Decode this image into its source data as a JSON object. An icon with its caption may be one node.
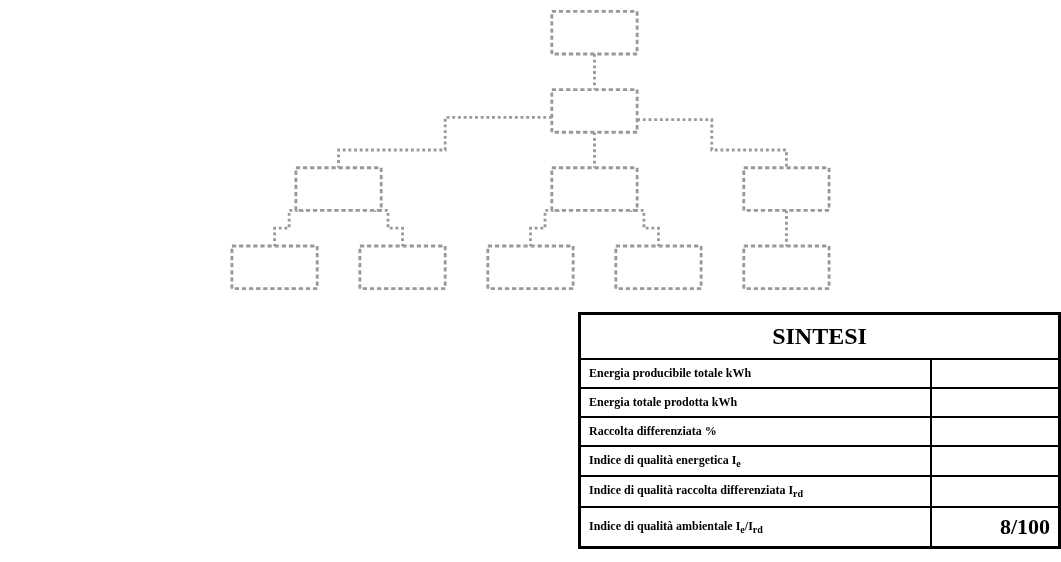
{
  "diagram": {
    "nodes": [
      {
        "text": [],
        "shape": "box"
      },
      {
        "text": [],
        "shape": "box"
      },
      {
        "text": [],
        "shape": "box"
      },
      {
        "text": [],
        "shape": "box"
      },
      {
        "text": [],
        "shape": "box"
      },
      {
        "text": [],
        "shape": "box"
      },
      {
        "text": [],
        "shape": "box"
      },
      {
        "text": [],
        "shape": "box"
      },
      {
        "text": [],
        "shape": "box"
      },
      {
        "text": [],
        "shape": "box"
      }
    ],
    "edges": [
      {
        "from": 0,
        "to": 1,
        "arrow": "none"
      },
      {
        "from": 1,
        "to": 2,
        "arrow": "none"
      },
      {
        "from": 1,
        "to": 3,
        "arrow": "none"
      },
      {
        "from": 3,
        "to": 4,
        "arrow": "none"
      },
      {
        "from": 3,
        "to": 5,
        "arrow": "none"
      },
      {
        "from": 1,
        "to": 6,
        "arrow": "none"
      },
      {
        "from": 6,
        "to": 7,
        "arrow": "none"
      },
      {
        "from": 2,
        "to": 8,
        "arrow": "none"
      },
      {
        "from": 2,
        "to": 9,
        "arrow": "none"
      }
    ],
    "labels": [
      "SINTESI",
      "Energia producibile totale kWh",
      "Energia totale prodotta kWh",
      "Raccolta differenziata %",
      "Indice di qualità energetica I$_{e}$",
      "Indice di qualità raccolta differenziata I$_{rd}$",
      "Indice di qualità ambientale I$_{e}$/I$_{rd}$",
      "8/100"
    ]
  }
}
